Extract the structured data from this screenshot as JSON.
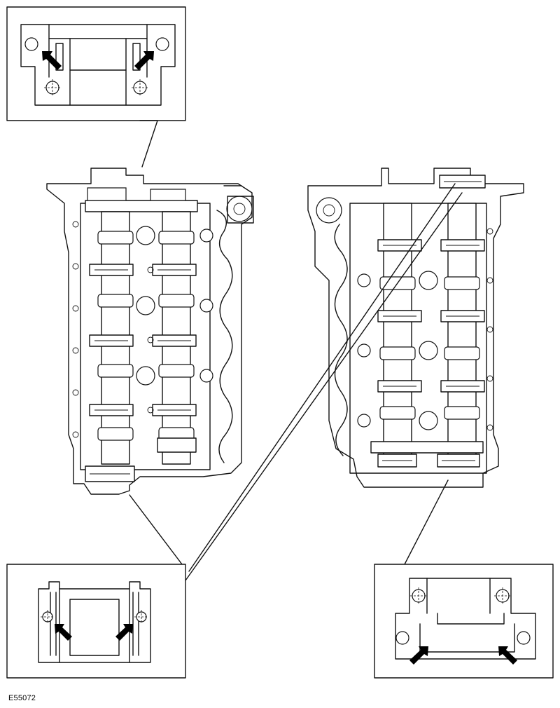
{
  "figure": {
    "reference_code": "E55072"
  },
  "colors": {
    "line": "#111111",
    "background": "#ffffff",
    "arrow": "#000000"
  },
  "callouts": [
    {
      "id": "top-left",
      "arrows": 2
    },
    {
      "id": "bottom-left",
      "arrows": 2
    },
    {
      "id": "bottom-right",
      "arrows": 2
    }
  ]
}
